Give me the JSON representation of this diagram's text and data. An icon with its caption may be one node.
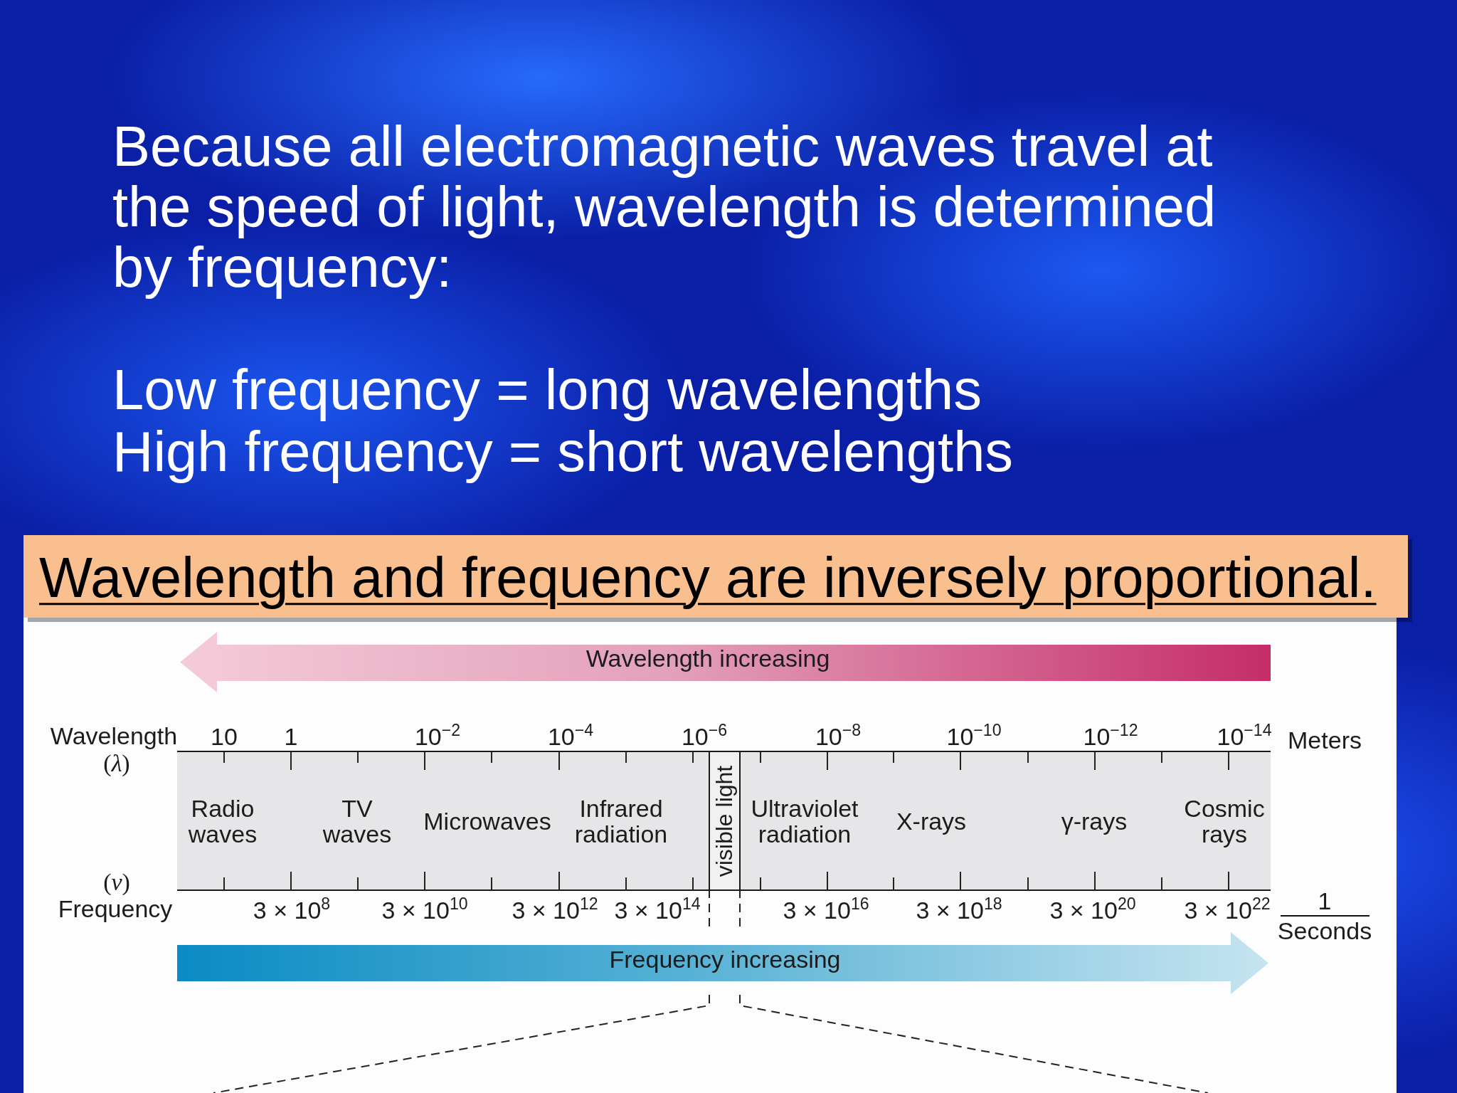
{
  "diagram": {
    "title": "Because all electromagnetic waves travel at the speed of light, wavelength is determined by frequency:",
    "nodes": [
      {
        "text": [
          "Wavelength and frequency are inversely proportional."
        ]
      },
      {
        "text": [
          "Wavelength increasing"
        ]
      },
      {
        "text": [
          "Radio waves",
          "TV waves",
          "Microwaves",
          "Infrared radiation",
          "Ultraviolet radiation",
          "X-rays",
          "γ-rays",
          "Cosmic rays"
        ]
      },
      {
        "text": [
          "visible light"
        ],
        "in": 2
      },
      {
        "text": [
          "Frequency increasing"
        ]
      }
    ],
    "edges": [
      {
        "from": 3,
        "to": null,
        "arrow": "none",
        "style": "dashed"
      },
      {
        "from": 3,
        "to": null,
        "arrow": "none",
        "style": "dashed"
      }
    ],
    "labels": [
      "Low frequency = long wavelengths",
      "High frequency = short wavelengths",
      "Wavelength",
      "10",
      "1",
      "10$^{−2}$",
      "10$^{−4}$",
      "10$^{−6}$",
      "10$^{−8}$",
      "10$^{−10}$",
      "10$^{−12}$",
      "10$^{−14}$",
      "Meters",
      "(*λ*)",
      "(*ν*)",
      "Frequency",
      "3 × 10$^{8}$",
      "3 × 10$^{10}$",
      "3 × 10$^{12}$",
      "3 × 10$^{14}$",
      "3 × 10$^{16}$",
      "3 × 10$^{18}$",
      "3 × 10$^{20}$",
      "3 × 10$^{22}$",
      "1",
      "Seconds"
    ]
  }
}
